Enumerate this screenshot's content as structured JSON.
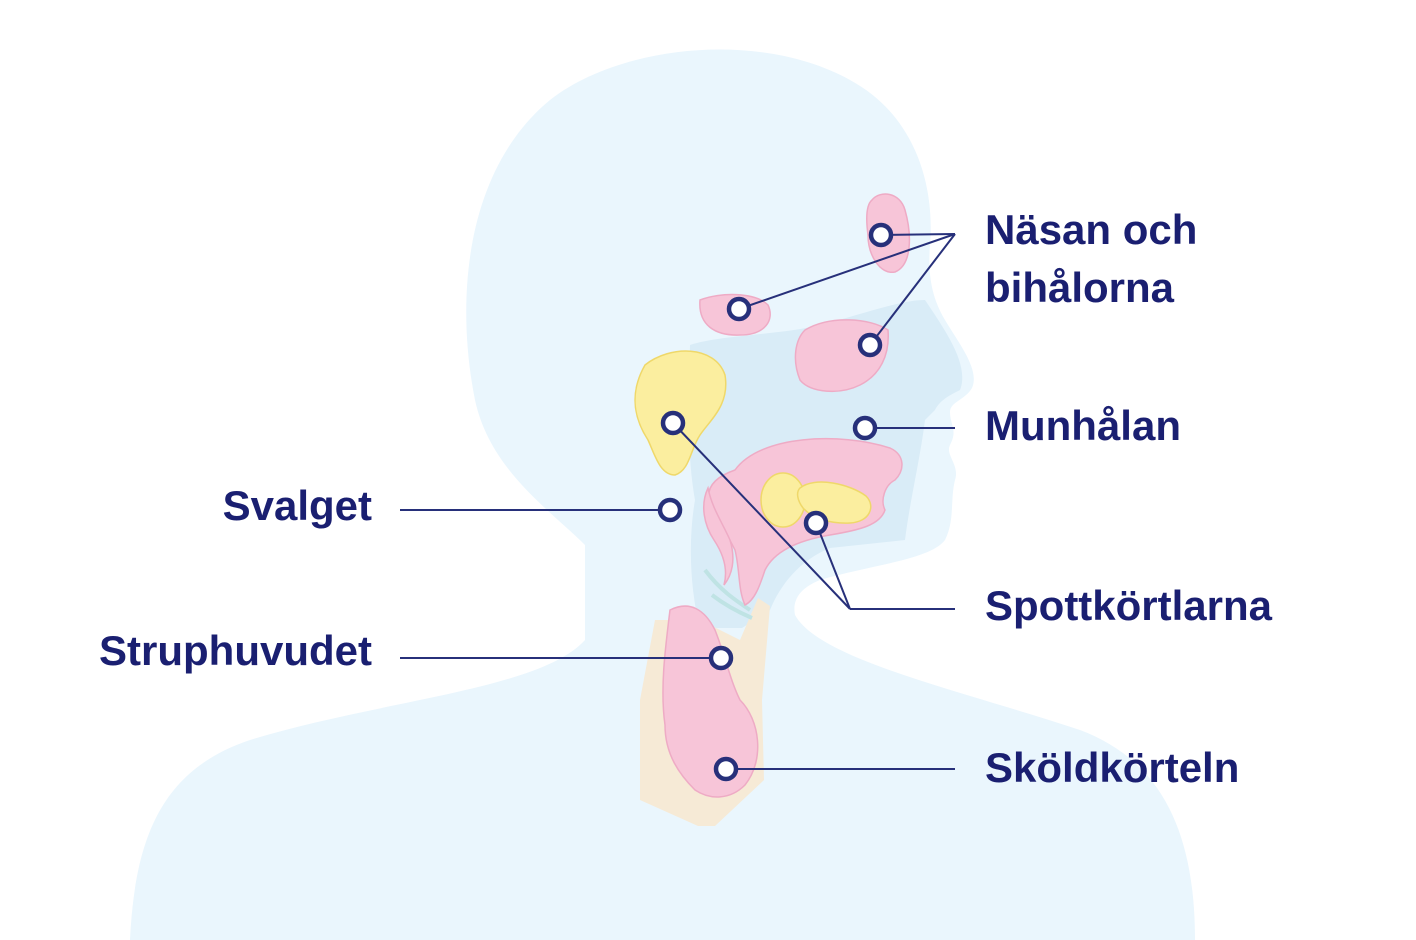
{
  "diagram": {
    "labels": {
      "nasan_line1": "Näsan och",
      "nasan_line2": "bihålorna",
      "munhalan": "Munhålan",
      "svalget": "Svalget",
      "spottkortlarna": "Spottkörtlarna",
      "struphuvudet": "Struphuvudet",
      "skoldkorteln": "Sköldkörteln"
    },
    "colors": {
      "background": "#ffffff",
      "silhouette": "#eaf6fd",
      "airway": "#d9ecf7",
      "sinus_pink": "#f7c5d8",
      "sinus_pink_stroke": "#eeabc5",
      "gland_yellow": "#fbee9f",
      "gland_yellow_stroke": "#efd86a",
      "trachea_beige": "#f6ead6",
      "label_text": "#1a1f71",
      "leader_line": "#27307a",
      "marker_fill": "#ffffff"
    }
  }
}
